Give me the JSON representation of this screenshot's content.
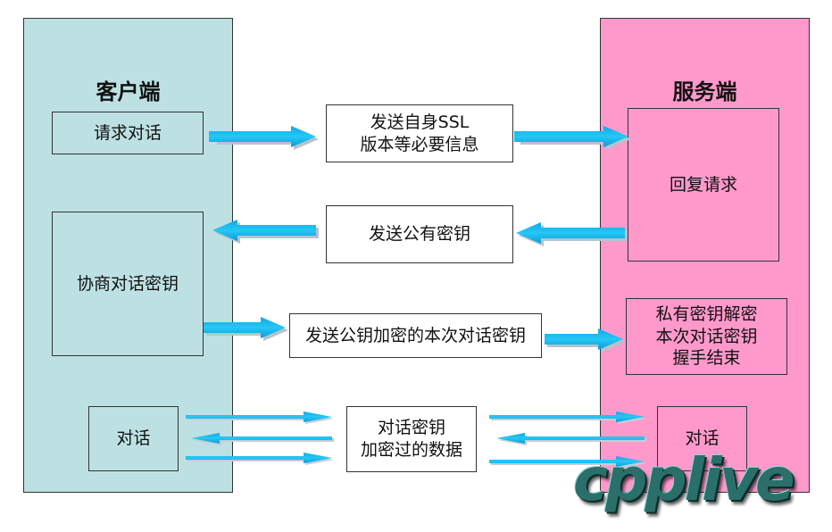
{
  "client": {
    "title": "客户端",
    "request": "请求对话",
    "negotiate": "协商对话密钥",
    "dialog": "对话"
  },
  "server": {
    "title": "服务端",
    "reply": "回复请求",
    "decrypt_lines": [
      "私有密钥解密",
      "本次对话密钥",
      "握手结束"
    ],
    "dialog": "对话"
  },
  "messages": {
    "ssl_lines": [
      "发送自身SSL",
      "版本等必要信息"
    ],
    "public_key": "发送公有密钥",
    "session_key": "发送公钥加密的本次对话密钥",
    "data_lines": [
      "对话密钥",
      "加密过的数据"
    ]
  },
  "watermark": "cpplive",
  "colors": {
    "client_bg": "#bde0e3",
    "server_bg": "#ff99cc",
    "arrow": "#1ec0f0"
  }
}
